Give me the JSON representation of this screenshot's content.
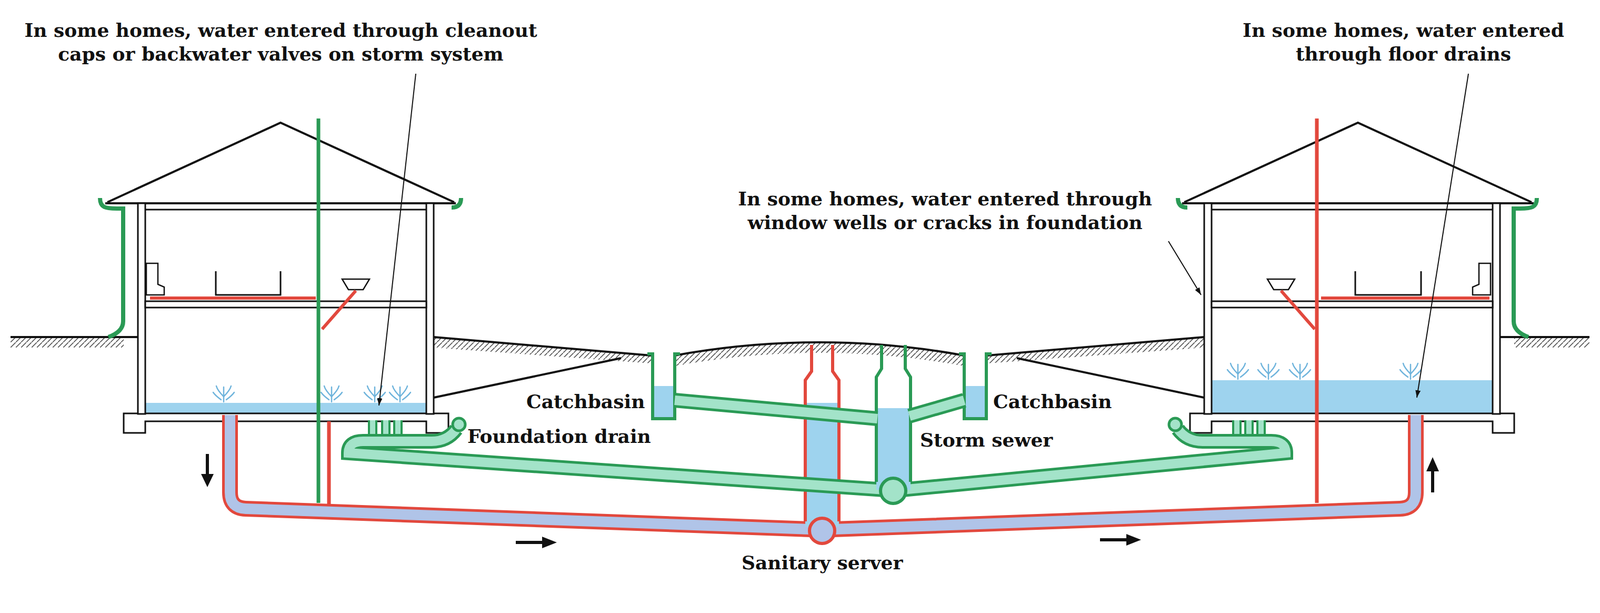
{
  "diagram": {
    "labels": [
      "In some homes, water entered through cleanout caps or backwater valves on storm system",
      "In some homes, water entered through floor drains",
      "In some homes, water entered through window wells or cracks in foundation",
      "Catchbasin",
      "Foundation drain",
      "Catchbasin",
      "Storm sewer",
      "Sanitary server"
    ]
  }
}
